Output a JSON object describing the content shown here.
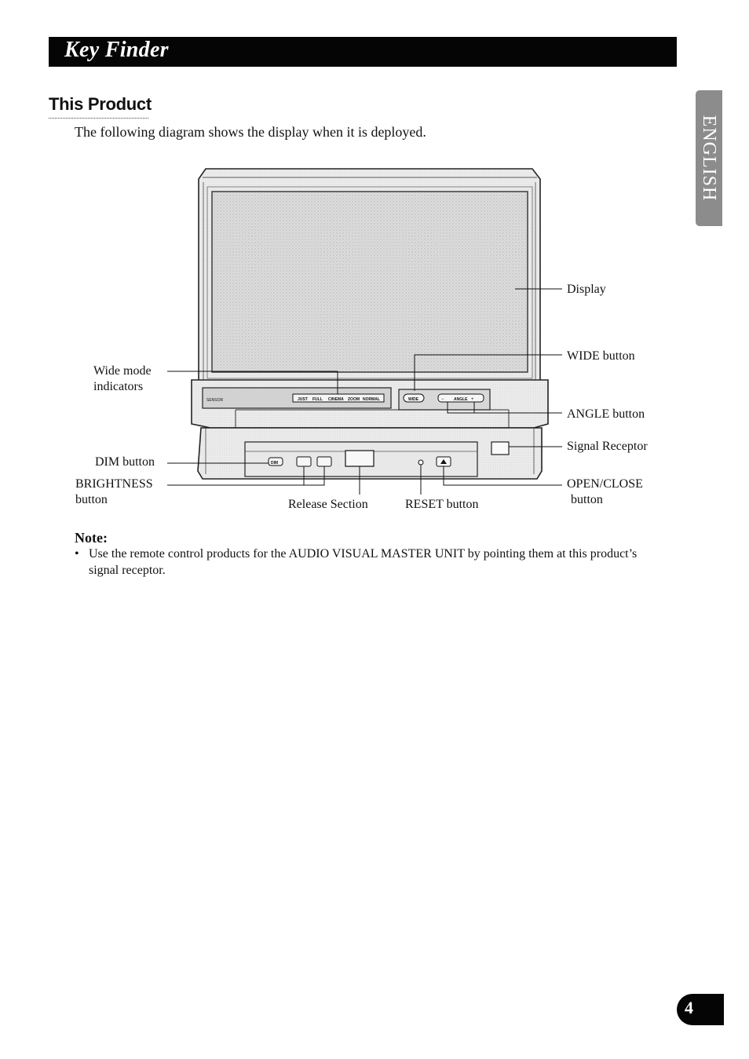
{
  "header": {
    "title": "Key Finder"
  },
  "section": {
    "heading": "This Product",
    "intro": "The following diagram shows the display when it is deployed."
  },
  "side_tab": {
    "label": "ENGLISH"
  },
  "diagram": {
    "panel": {
      "sensor": "SENSOR",
      "modes": [
        "JUST",
        "FULL",
        "CINEMA",
        "ZOOM",
        "NORMAL"
      ],
      "wide": "WIDE",
      "angle": "ANGLE",
      "dim": "DIM"
    },
    "labels": {
      "display": "Display",
      "wide_button": "WIDE button",
      "angle_button": "ANGLE button",
      "signal_receptor": "Signal Receptor",
      "open_close_1": "OPEN/CLOSE",
      "open_close_2": "button",
      "wide_mode_1": "Wide mode",
      "wide_mode_2": "indicators",
      "dim_button": "DIM button",
      "brightness_1": "BRIGHTNESS",
      "brightness_2": "button",
      "release_section": "Release Section",
      "reset_button": "RESET button"
    }
  },
  "note": {
    "title": "Note:",
    "bullet": "•",
    "text": "Use the remote control products for the AUDIO VISUAL MASTER UNIT by pointing them at this product’s signal receptor."
  },
  "page": {
    "number": "4"
  }
}
